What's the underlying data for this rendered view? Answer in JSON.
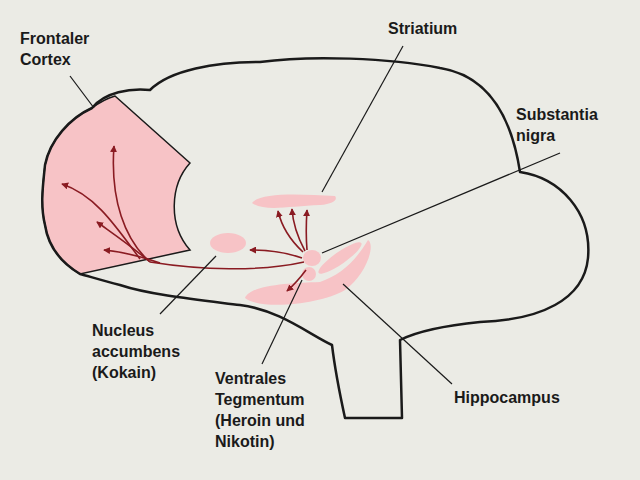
{
  "diagram": {
    "labels": [
      "Frontaler Cortex",
      "Striatium",
      "Substantia nigra",
      "Nucleus accumbens (Kokain)",
      "Ventrales Tegmentum (Heroin und Nikotin)",
      "Hippocampus"
    ]
  }
}
